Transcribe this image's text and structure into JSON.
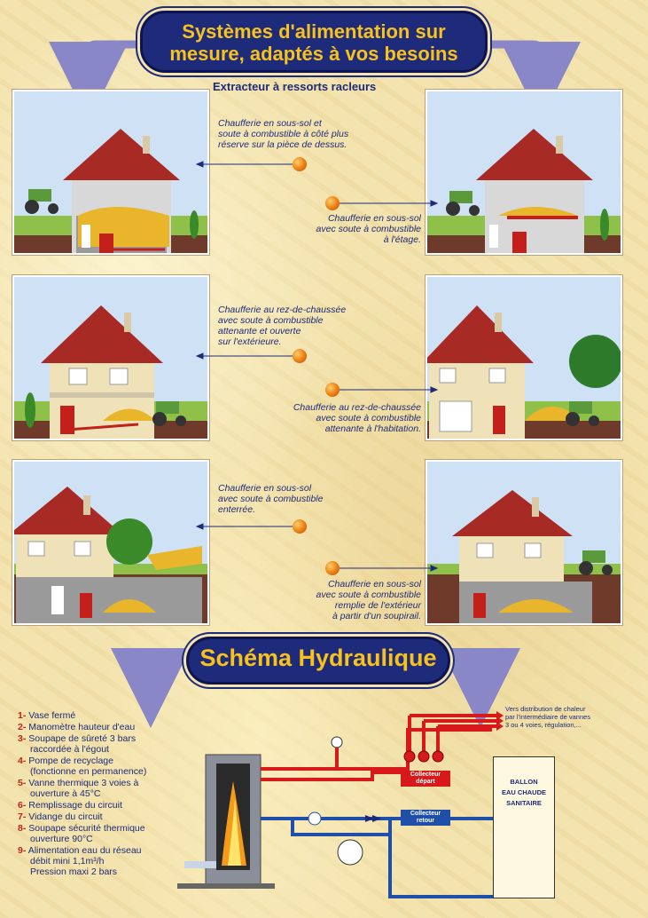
{
  "header": {
    "title_line1": "Systèmes d'alimentation sur",
    "title_line2": "mesure, adaptés à vos besoins",
    "subtitle": "Extracteur à ressorts racleurs"
  },
  "captions": [
    {
      "lines": [
        "Chaufferie en sous-sol et",
        "soute à combustible à côté plus",
        "réserve sur la pièce de dessus."
      ]
    },
    {
      "lines": [
        "Chaufferie en sous-sol",
        "avec soute à combustible",
        "à l'étage."
      ]
    },
    {
      "lines": [
        "Chaufferie au rez-de-chaussée",
        "avec soute à combustible",
        "attenante et ouverte",
        "sur l'extérieure."
      ]
    },
    {
      "lines": [
        "Chaufferie au rez-de-chaussée",
        "avec soute à combustible",
        "attenante à l'habitation."
      ]
    },
    {
      "lines": [
        "Chaufferie en sous-sol",
        "avec soute à combustible",
        "enterrée."
      ]
    },
    {
      "lines": [
        "Chaufferie en sous-sol",
        "avec soute à combustible",
        "remplie de l'extérieur",
        "à partir d'un soupirail."
      ]
    }
  ],
  "section2": {
    "title": "Schéma Hydraulique"
  },
  "legend": [
    {
      "num": "1-",
      "text": [
        "Vase fermé"
      ]
    },
    {
      "num": "2-",
      "text": [
        "Manomètre hauteur d'eau"
      ]
    },
    {
      "num": "3-",
      "text": [
        "Soupape de sûreté 3 bars",
        "raccordée à l'égout"
      ]
    },
    {
      "num": "4-",
      "text": [
        "Pompe de recyclage",
        "(fonctionne en permanence)"
      ]
    },
    {
      "num": "5-",
      "text": [
        "Vanne thermique 3 voies à",
        "ouverture à 45°C"
      ]
    },
    {
      "num": "6-",
      "text": [
        "Remplissage du circuit"
      ]
    },
    {
      "num": "7-",
      "text": [
        "Vidange du circuit"
      ]
    },
    {
      "num": "8-",
      "text": [
        "Soupape sécurité thermique",
        "ouverture 90°C"
      ]
    },
    {
      "num": "9-",
      "text": [
        "Alimentation eau du réseau",
        "débit mini 1,1m³/h",
        "Pression maxi 2 bars"
      ]
    }
  ],
  "diagram": {
    "note_lines": [
      "Vers distribution de chaleur",
      "par l'intermédiaire de vannes",
      "3 ou 4 voies, régulation,..."
    ],
    "collecteur_depart": [
      "Collecteur",
      "départ"
    ],
    "collecteur_retour": [
      "Collecteur",
      "retour"
    ],
    "ballon": [
      "BALLON",
      "EAU CHAUDE",
      "SANITAIRE"
    ]
  },
  "colors": {
    "navy": "#1e2a7a",
    "gold": "#f7c21c",
    "red": "#d7191c",
    "blue": "#1f4fa8",
    "roof": "#a82a25"
  }
}
